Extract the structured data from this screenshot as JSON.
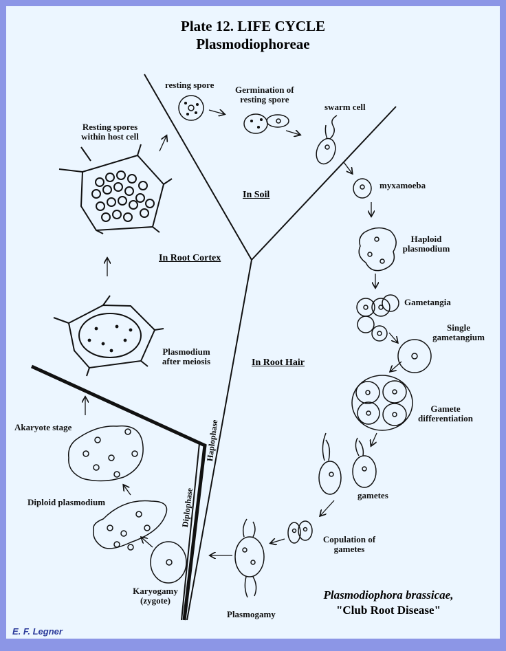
{
  "title_line1": "Plate 12.  LIFE CYCLE",
  "title_line2": "Plasmodiophoreae",
  "zones": {
    "soil": "In Soil",
    "root_cortex": "In Root Cortex",
    "root_hair": "In Root Hair"
  },
  "phases": {
    "haplophase": "Haplophase",
    "diplophase": "Diplophase"
  },
  "stages": {
    "resting_spore": "resting spore",
    "germination_1": "Germination of",
    "germination_2": "resting spore",
    "swarm_cell": "swarm cell",
    "myxamoeba": "myxamoeba",
    "haploid_plasmodium_1": "Haploid",
    "haploid_plasmodium_2": "plasmodium",
    "gametangia": "Gametangia",
    "single_gametangium_1": "Single",
    "single_gametangium_2": "gametangium",
    "gamete_diff_1": "Gamete",
    "gamete_diff_2": "differentiation",
    "gametes": "gametes",
    "copulation_1": "Copulation of",
    "copulation_2": "gametes",
    "plasmogamy": "Plasmogamy",
    "karyogamy_1": "Karyogamy",
    "karyogamy_2": "(zygote)",
    "diploid_plasmodium": "Diploid plasmodium",
    "akaryote": "Akaryote stage",
    "plasmodium_meiosis_1": "Plasmodium",
    "plasmodium_meiosis_2": "after meiosis",
    "resting_spores_host_1": "Resting spores",
    "resting_spores_host_2": "within host cell"
  },
  "species_line1": "Plasmodiophora brassicae,",
  "species_line2": "\"Club Root Disease\"",
  "credit": "E. F. Legner"
}
